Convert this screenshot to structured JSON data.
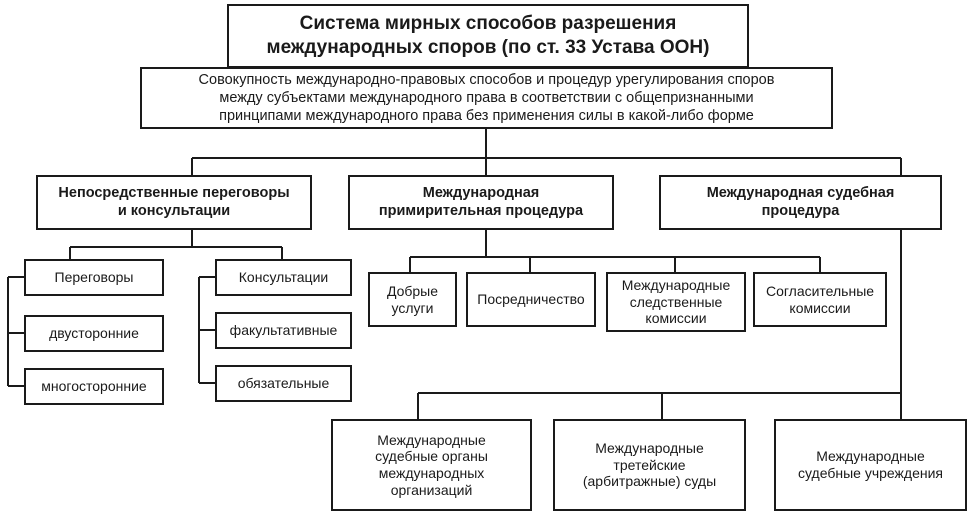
{
  "title": "Система мирных способов разрешения\nмеждународных споров (по ст. 33 Устава ООН)",
  "definition": "Совокупность международно-правовых способов и процедур урегулирования споров\nмежду субъектами международного права в соответствии с общепризнанными\nпринципами международного права без применения силы в какой-либо форме",
  "branches": {
    "negotiations": {
      "label": "Непосредственные переговоры\nи консультации",
      "negotiations_label": "Переговоры",
      "negotiations_items": [
        "двусторонние",
        "многосторонние"
      ],
      "consultations_label": "Консультации",
      "consultations_items": [
        "факультативные",
        "обязательные"
      ]
    },
    "conciliation": {
      "label": "Международная\nпримирительная процедура",
      "items": [
        "Добрые\nуслуги",
        "Посредничество",
        "Международные\nследственные\nкомиссии",
        "Согласительные\nкомиссии"
      ]
    },
    "judicial": {
      "label": "Международная судебная\nпроцедура",
      "items": [
        "Международные\nсудебные органы\nмеждународных\nорганизаций",
        "Международные\nтретейские\n(арбитражные) суды",
        "Международные\nсудебные учреждения"
      ]
    }
  }
}
